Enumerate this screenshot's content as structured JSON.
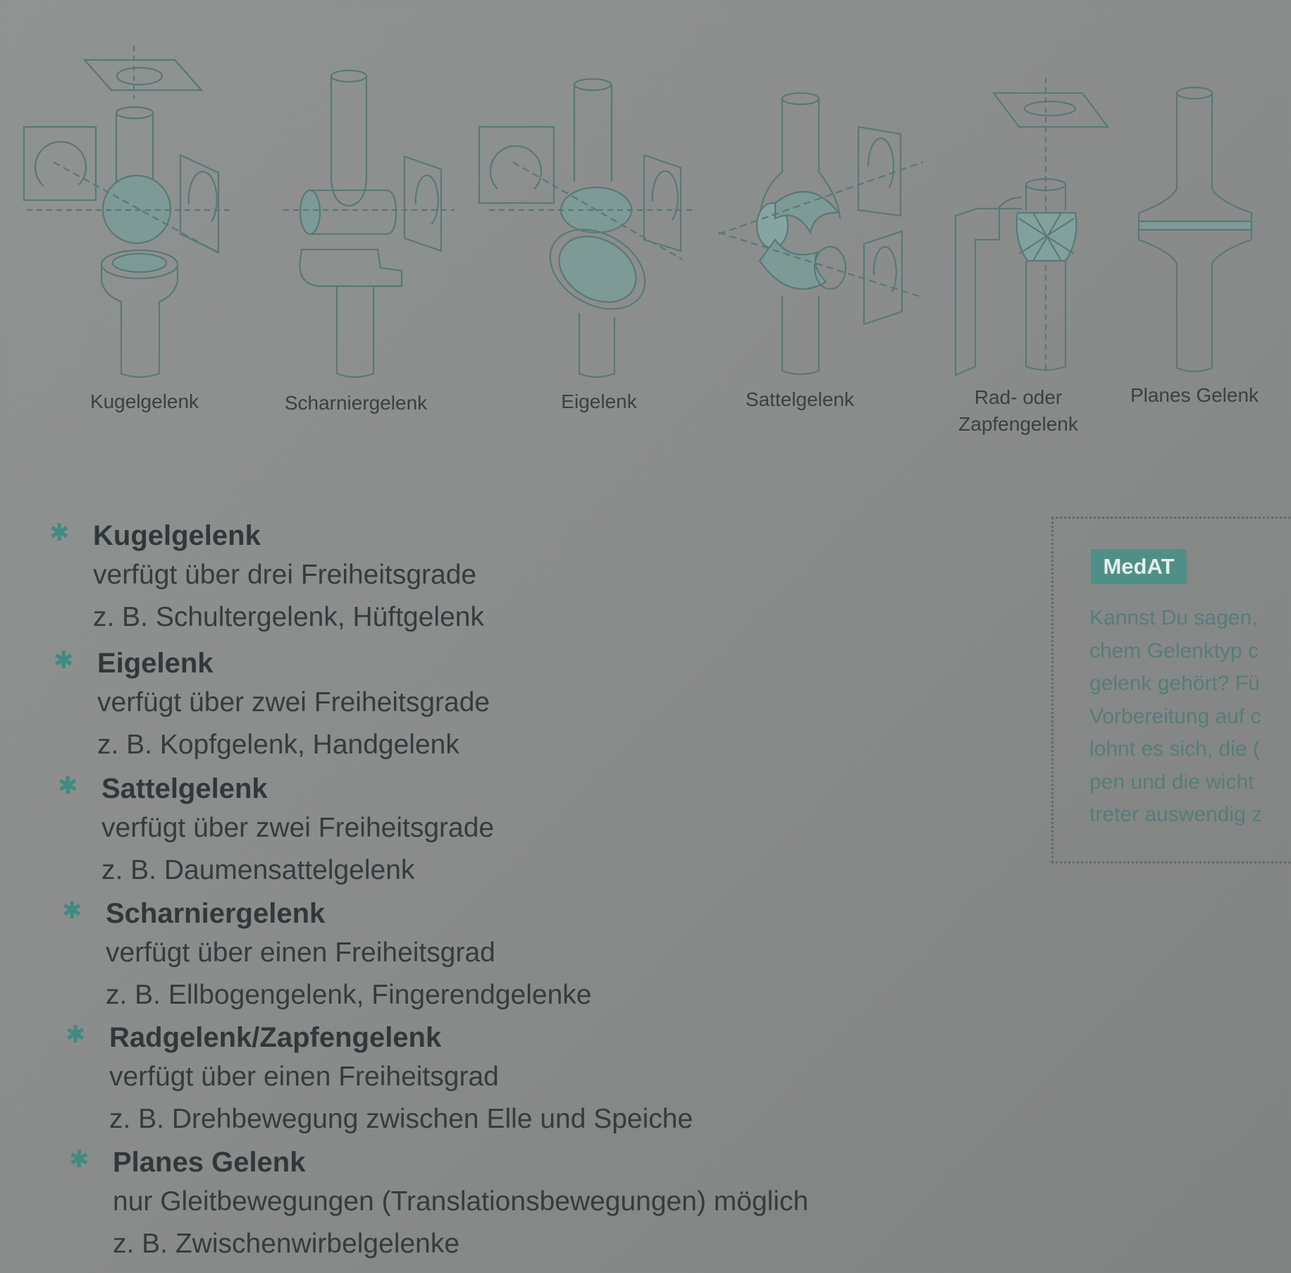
{
  "figure": {
    "labels": [
      "Kugelgelenk",
      "Scharniergelenk",
      "Eigelenk",
      "Sattelgelenk",
      "Rad- oder",
      "Zapfengelenk",
      "Planes Gelenk"
    ]
  },
  "entries": [
    {
      "title": "Kugelgelenk",
      "line1": "verfügt über drei Freiheitsgrade",
      "line2": "z. B. Schultergelenk, Hüftgelenk"
    },
    {
      "title": "Eigelenk",
      "line1": "verfügt über zwei Freiheitsgrade",
      "line2": "z. B. Kopfgelenk, Handgelenk"
    },
    {
      "title": "Sattelgelenk",
      "line1": "verfügt über zwei Freiheitsgrade",
      "line2": "z. B. Daumensattelgelenk"
    },
    {
      "title": "Scharniergelenk",
      "line1": "verfügt über einen Freiheitsgrad",
      "line2": "z. B. Ellbogengelenk, Fingerendgelenke"
    },
    {
      "title": "Radgelenk/Zapfengelenk",
      "line1": "verfügt über einen Freiheitsgrad",
      "line2": "z. B. Drehbewegung zwischen Elle und Speiche"
    },
    {
      "title": "Planes Gelenk",
      "line1": "nur Gleitbewegungen (Translationsbewegungen) möglich",
      "line2": "z. B. Zwischenwirbelgelenke"
    }
  ],
  "bullet_symbol": "✱",
  "medat": {
    "badge": "MedAT",
    "lines": [
      "Kannst Du sagen,",
      "chem Gelenktyp c",
      "gelenk gehört? Fü",
      "Vorbereitung auf c",
      "lohnt es sich, die (",
      "pen und die wicht",
      "treter auswendig z"
    ]
  },
  "colors": {
    "accent": "#4f8f87",
    "line": "#5a7877",
    "text": "#353c3d",
    "background": "#8c8f8e"
  }
}
